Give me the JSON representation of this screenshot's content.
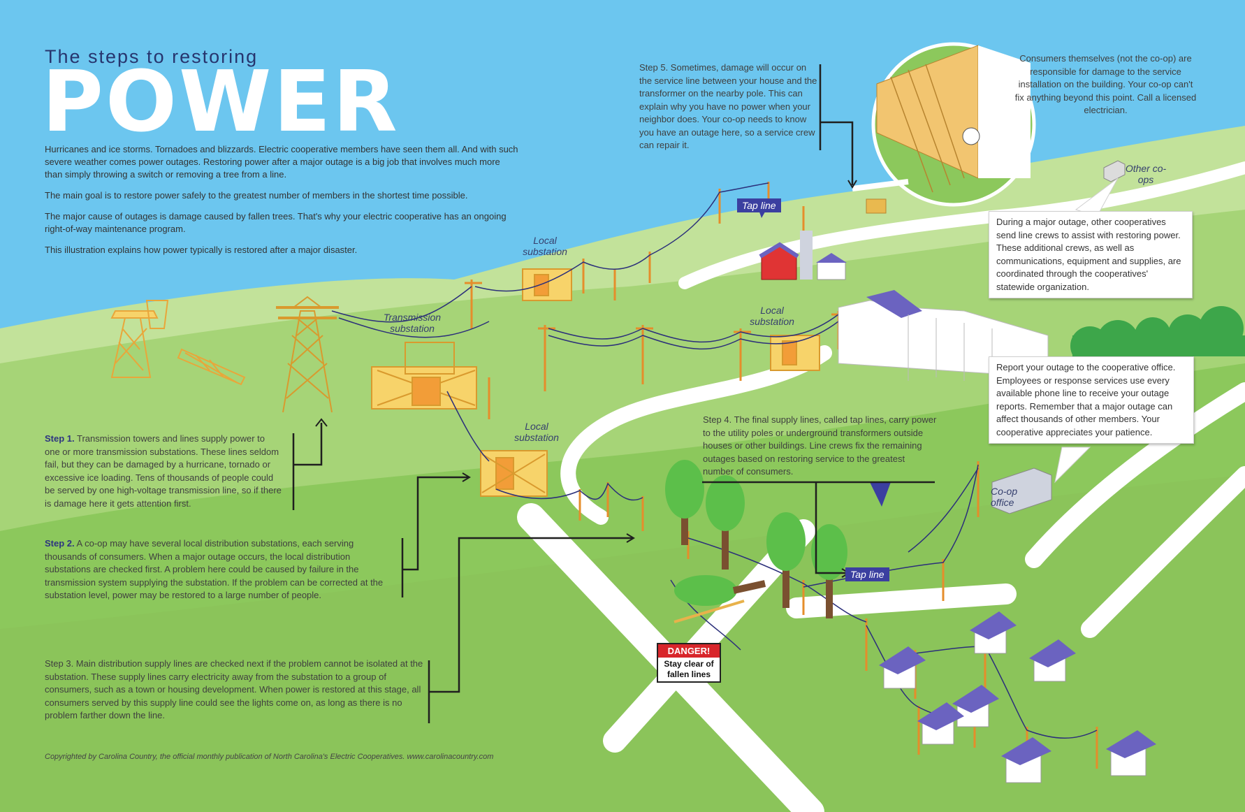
{
  "header": {
    "subtitle": "The steps to restoring",
    "title": "POWER"
  },
  "intro": {
    "p1": "Hurricanes and ice storms. Tornadoes and blizzards. Electric cooperative members have seen them all. And with such severe weather comes power outages. Restoring power after a major outage is a big job that involves much more than simply throwing a switch or removing a tree from a line.",
    "p2": "The main goal is to restore power safely to the greatest number of members in the shortest time possible.",
    "p3": "The major cause of outages is damage caused by fallen trees. That's why your electric cooperative has an ongoing right-of-way maintenance program.",
    "p4": "This illustration explains how power typically is restored after a major disaster."
  },
  "steps": {
    "step1_label": "Step 1.",
    "step1_text": " Transmission towers and lines supply power to one or more transmission substations. These lines seldom fail, but they can be damaged by a hurricane, tornado or excessive ice loading. Tens of thousands of people could be served by one high-voltage transmission line, so if there is damage here it gets attention first.",
    "step2_label": "Step 2.",
    "step2_text": " A co-op may have several local distribution substations, each serving thousands of consumers. When a major outage occurs, the local distribution substations are checked first. A problem here could be caused by failure in the transmission system supplying the substation. If the problem can be corrected at the substation level, power may be restored to a large number of people.",
    "step3_text": "Step 3. Main distribution supply lines are checked next if the problem cannot be isolated at the substation. These supply lines carry electricity away from the substation to a group of consumers, such as a town or housing development. When power is restored at this stage, all consumers served by this supply line could see the lights come on, as long as there is no problem farther down the line.",
    "step4_text": "Step 4. The final supply lines, called tap lines, carry power to the utility poles or underground transformers outside houses or other buildings. Line crews fix the remaining outages based on restoring service to the greatest number of consumers.",
    "step5_text": "Step 5. Sometimes, damage will occur on the service line between your house and the transformer on the nearby pole. This can explain why you have no power when your neighbor does. Your co-op needs to know you have an outage here, so a service crew can repair it."
  },
  "callouts": {
    "consumers": "Consumers themselves (not the co-op) are responsible for damage to the service installation on the building. Your co-op can't fix anything beyond this point. Call a licensed electrician.",
    "other_coops": "During a major outage, other cooperatives send line crews to assist with restoring power. These additional crews, as well as communications, equipment and supplies, are coordinated through the cooperatives' statewide organization.",
    "report": "Report your outage to the cooperative office. Employees or response services use every available phone line to receive your outage reports. Remember that a major outage can affect thousands of other members. Your cooperative appreciates your patience."
  },
  "labels": {
    "local_substation": "Local substation",
    "transmission_substation": "Transmission substation",
    "tap_line": "Tap line",
    "other_coops": "Other co-ops",
    "coop_office": "Co-op office"
  },
  "danger": {
    "header": "DANGER!",
    "body": "Stay clear of fallen lines"
  },
  "footer": {
    "copyright": "Copyrighted by Carolina Country, the official monthly publication of North Carolina's Electric Cooperatives. www.carolinacountry.com"
  },
  "colors": {
    "sky": "#6cc6ef",
    "grass_light": "#b9dd8b",
    "grass": "#8cc85c",
    "title_navy": "#27356e",
    "house_roof": "#6b63c0",
    "danger_red": "#d8262b",
    "structure_yellow": "#f4c542",
    "pole_orange": "#e58d2b",
    "wire_navy": "#2b2f7a"
  }
}
